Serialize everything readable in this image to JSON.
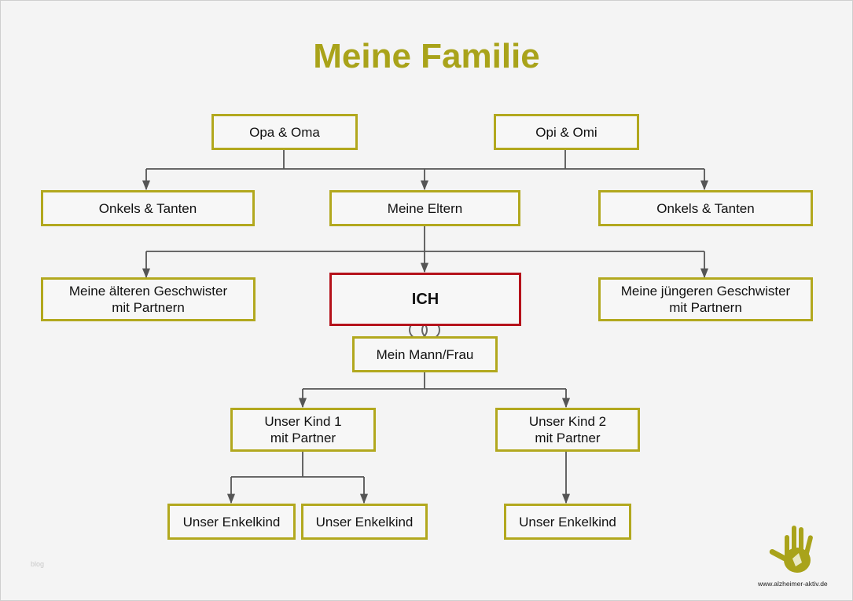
{
  "title": "Meine Familie",
  "colors": {
    "accent": "#a9a31a",
    "box_border": "#b2a81e",
    "me_border": "#b5121b",
    "connector": "#555555"
  },
  "nodes": {
    "grandparents_1": "Opa & Oma",
    "grandparents_2": "Opi & Omi",
    "uncles_aunts_left": "Onkels & Tanten",
    "parents": "Meine Eltern",
    "uncles_aunts_right": "Onkels & Tanten",
    "older_siblings": "Meine älteren Geschwister\nmit Partnern",
    "me": "ICH",
    "younger_siblings": "Meine jüngeren Geschwister\nmit Partnern",
    "spouse": "Mein Mann/Frau",
    "child_1": "Unser Kind 1\nmit Partner",
    "child_2": "Unser Kind 2\nmit Partner",
    "grandchild_1": "Unser Enkelkind",
    "grandchild_2": "Unser Enkelkind",
    "grandchild_3": "Unser Enkelkind"
  },
  "icons": {
    "rings": "wedding-rings-icon",
    "logo": "hand-logo-icon"
  },
  "watermark": "blog",
  "website": "www.alzheimer-aktiv.de"
}
